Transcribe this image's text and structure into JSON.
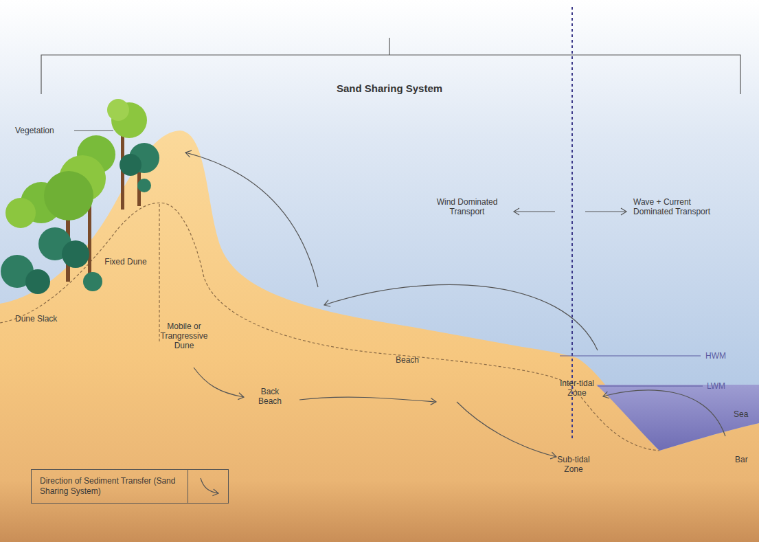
{
  "diagram": {
    "title": "Sand Sharing System",
    "labels": [
      "Vegetation",
      "Fixed Dune",
      "Dune Slack",
      "Mobile or Trangressive Dune",
      "Back Beach",
      "Beach",
      "Inter-tidal Zone",
      "Sub-tidal Zone",
      "HWM",
      "LWM",
      "Sea",
      "Bar",
      "Wind Dominated Transport",
      "Wave + Current Dominated Transport"
    ],
    "legend": [
      {
        "text": "Direction of Sediment Transfer (Sand Sharing System)"
      }
    ]
  }
}
